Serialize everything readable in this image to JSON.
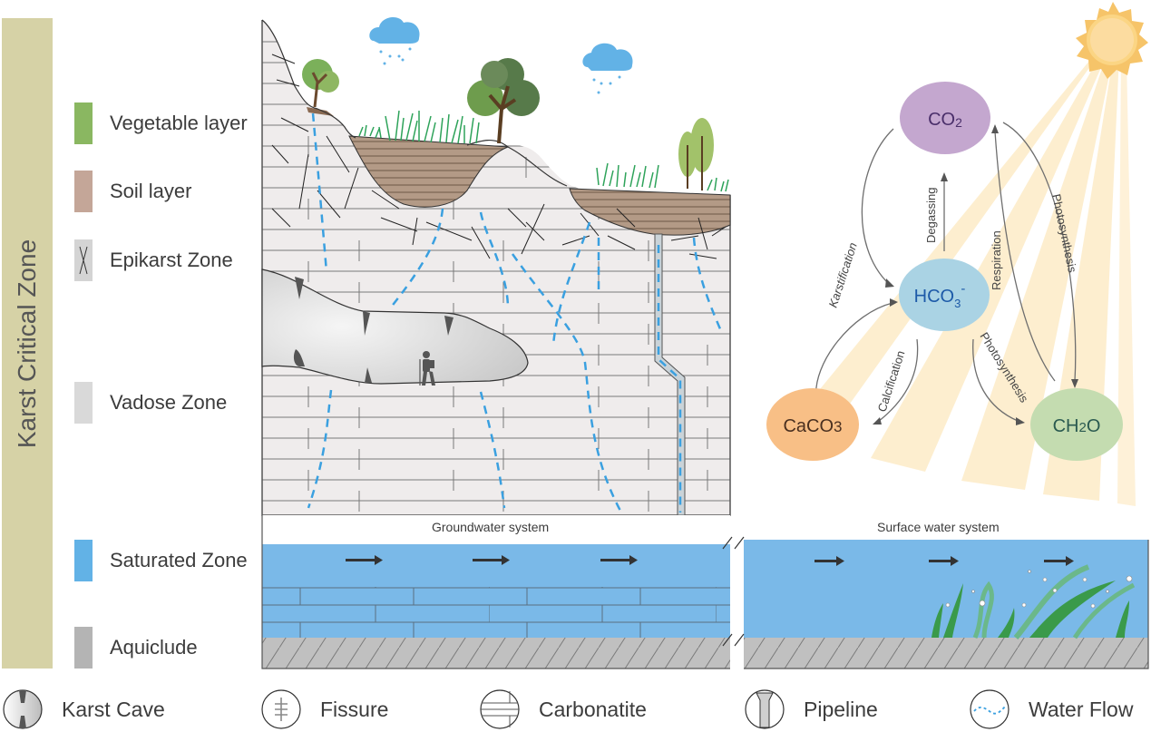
{
  "zone_bar": {
    "label": "Karst Critical Zone",
    "color": "#d6d2a6"
  },
  "legend": [
    {
      "label": "Vegetable layer",
      "color": "#8ab761",
      "icon": "green-swatch"
    },
    {
      "label": "Soil layer",
      "color": "#c4a698",
      "icon": "brown-swatch"
    },
    {
      "label": "Epikarst Zone",
      "color": "#d4d4d4",
      "icon": "fissure-x-swatch"
    },
    {
      "label": "Vadose Zone",
      "color": "#d9d9d9",
      "icon": "grey-swatch"
    },
    {
      "label": "Saturated Zone",
      "color": "#62b2e6",
      "icon": "blue-swatch"
    },
    {
      "label": "Aquiclude",
      "color": "#b4b4b4",
      "icon": "dark-grey-swatch"
    }
  ],
  "bottom_legend": [
    {
      "label": "Karst Cave",
      "icon": "karst-cave-icon"
    },
    {
      "label": "Fissure",
      "icon": "fissure-icon"
    },
    {
      "label": "Carbonatite",
      "icon": "carbonatite-icon"
    },
    {
      "label": "Pipeline",
      "icon": "pipeline-icon"
    },
    {
      "label": "Water Flow",
      "icon": "water-flow-icon"
    }
  ],
  "systems": {
    "groundwater": "Groundwater system",
    "surface": "Surface water system"
  },
  "cycle": {
    "nodes": {
      "co2": {
        "main": "CO",
        "sub": "2",
        "color": "#c4a7cf",
        "text_color": "#4a2f6a"
      },
      "hco3": {
        "main": "HCO",
        "sub": "3",
        "sup": "-",
        "color": "#aad3e4",
        "text_color": "#1d5aa8"
      },
      "caco3": {
        "main": "CaCO",
        "sub": "3",
        "color": "#f8bf86",
        "text_color": "#4a3020"
      },
      "ch2o": {
        "main": "CH",
        "sub": "2",
        "tail": "O",
        "color": "#c4dcb0",
        "text_color": "#2a5a50"
      }
    },
    "processes": {
      "degassing": "Degassing",
      "karstification": "Karstification",
      "respiration": "Respiration",
      "photosynthesis_top": "Photosynthesis",
      "calcification": "Calcification",
      "photosynthesis_bottom": "Photosynthesis"
    }
  },
  "colors": {
    "rock": "#efecec",
    "rock_line": "#6e6e6e",
    "soil": "#b39a86",
    "water": "#7ab9e8",
    "aquiclude": "#c0c0c0",
    "flow": "#3aa0e0",
    "sun": "#f6c469",
    "ray": "#fdebc7"
  }
}
